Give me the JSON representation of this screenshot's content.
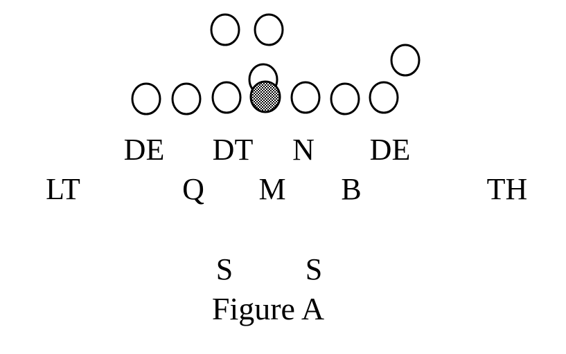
{
  "formation": {
    "offense": {
      "line": [
        "lineman",
        "lineman",
        "lineman",
        "center",
        "lineman",
        "lineman",
        "lineman"
      ],
      "backs": [
        "back",
        "back",
        "back",
        "back"
      ]
    },
    "defense": {
      "front": [
        "DE",
        "DT",
        "N",
        "DE"
      ],
      "linebackers": [
        "LT",
        "Q",
        "M",
        "B",
        "TH"
      ],
      "safeties": [
        "S",
        "S"
      ]
    },
    "colors": {
      "stroke": "#000000",
      "fill": "#ffffff",
      "center_pattern": "checkered"
    }
  },
  "caption": "Figure A"
}
